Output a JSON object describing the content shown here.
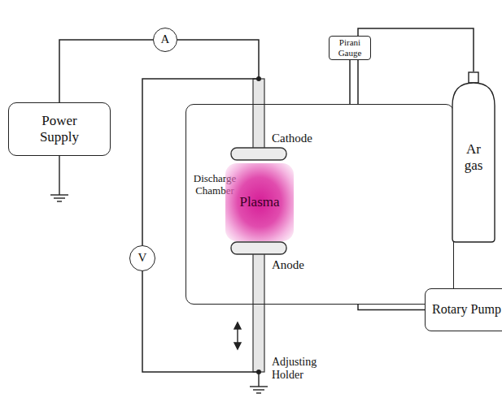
{
  "diagram": {
    "nodes": [
      {
        "text": [
          "Power Supply"
        ]
      },
      {
        "text": [
          "A"
        ]
      },
      {
        "text": [
          "V"
        ]
      },
      {
        "text": [
          "Pirani Gauge"
        ]
      },
      {
        "text": [
          "Discharge Chamber"
        ]
      },
      {
        "text": [
          "Plasma"
        ],
        "in": 4
      },
      {
        "text": [
          "Ar gas"
        ]
      },
      {
        "text": [
          "Rotary Pump"
        ]
      }
    ],
    "edges": [
      {
        "from": 0,
        "to": 1,
        "arrow": "none"
      },
      {
        "from": 1,
        "to": 4,
        "arrow": "none"
      },
      {
        "from": 2,
        "to": 4,
        "arrow": "none"
      },
      {
        "from": 2,
        "to": 4,
        "arrow": "none"
      },
      {
        "from": 3,
        "to": 4,
        "arrow": "none"
      },
      {
        "from": 6,
        "to": 4,
        "arrow": "none"
      },
      {
        "from": 7,
        "to": 4,
        "arrow": "none"
      }
    ],
    "labels": [
      "Cathode",
      "Anode",
      "Adjusting Holder"
    ]
  }
}
